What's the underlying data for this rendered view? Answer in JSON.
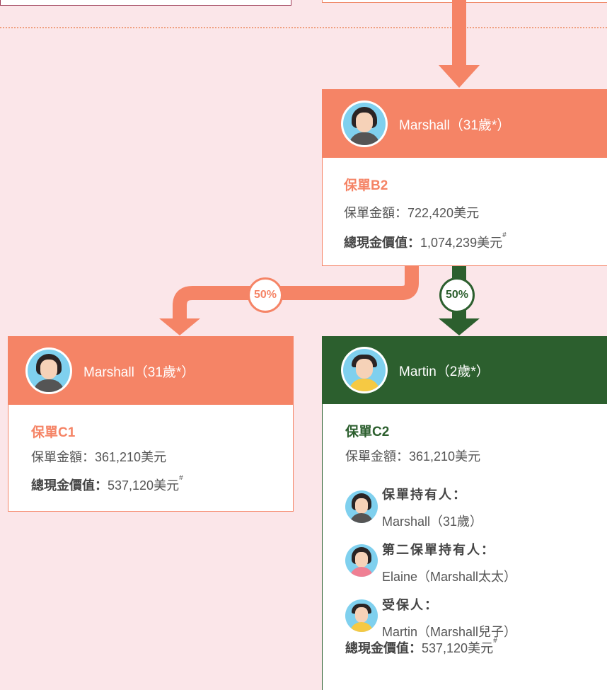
{
  "colors": {
    "orange": "#f58466",
    "green": "#2c5f2e",
    "background": "#fbe6e9"
  },
  "card_b2": {
    "head_name": "Marshall（31歲*）",
    "policy": "保單B2",
    "sum_label": "保單金額：",
    "sum_value": "722,420美元",
    "cash_label": "總現金價值：",
    "cash_value": "1,074,239美元",
    "cash_mark": "#"
  },
  "split": {
    "left_pct": "50%",
    "right_pct": "50%"
  },
  "card_c1": {
    "head_name": "Marshall（31歲*）",
    "policy": "保單C1",
    "sum_label": "保單金額：",
    "sum_value": "361,210美元",
    "cash_label": "總現金價值：",
    "cash_value": "537,120美元",
    "cash_mark": "#"
  },
  "card_c2": {
    "head_name": "Martin（2歲*）",
    "policy": "保單C2",
    "sum_label": "保單金額：",
    "sum_value": "361,210美元",
    "roles": [
      {
        "label": "保單持有人：",
        "value": "Marshall（31歲）",
        "icon": "marshall-avatar-icon"
      },
      {
        "label": "第二保單持有人：",
        "value": "Elaine（Marshall太太）",
        "icon": "elaine-avatar-icon"
      },
      {
        "label": "受保人：",
        "value": "Martin（Marshall兒子）",
        "icon": "martin-avatar-icon"
      }
    ],
    "cash_label": "總現金價值：",
    "cash_value": "537,120美元",
    "cash_mark": "#"
  }
}
